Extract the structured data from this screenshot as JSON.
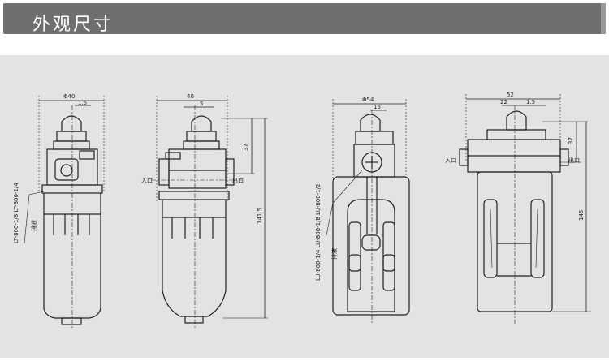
{
  "header": {
    "title": "外观尺寸"
  },
  "views": {
    "v1": {
      "dim_width": "Φ40",
      "dim_small_a": "1.5",
      "port_label": "LT-800-1/8 LT-800-1/4",
      "drain_label": "排液"
    },
    "v2": {
      "dim_width": "40",
      "dim_small": "5",
      "dim_height_top": "37",
      "dim_height_total": "141.5",
      "inlet_label": "入口",
      "outlet_label": "出口"
    },
    "v3": {
      "dim_width": "Φ54",
      "dim_small": "15",
      "port_label": "LU-800-1/4 LU-800-1/8 LU-800-1/2",
      "drain_label": "排液"
    },
    "v4": {
      "dim_width": "52",
      "dim_a": "22",
      "dim_b": "1.5",
      "dim_height_top": "37",
      "dim_height_total": "145",
      "inlet_label": "入口",
      "outlet_label": "出口"
    }
  },
  "colors": {
    "header_bg": "#6f6f6f",
    "canvas_bg": "#e3e3e3",
    "line": "#222222"
  }
}
